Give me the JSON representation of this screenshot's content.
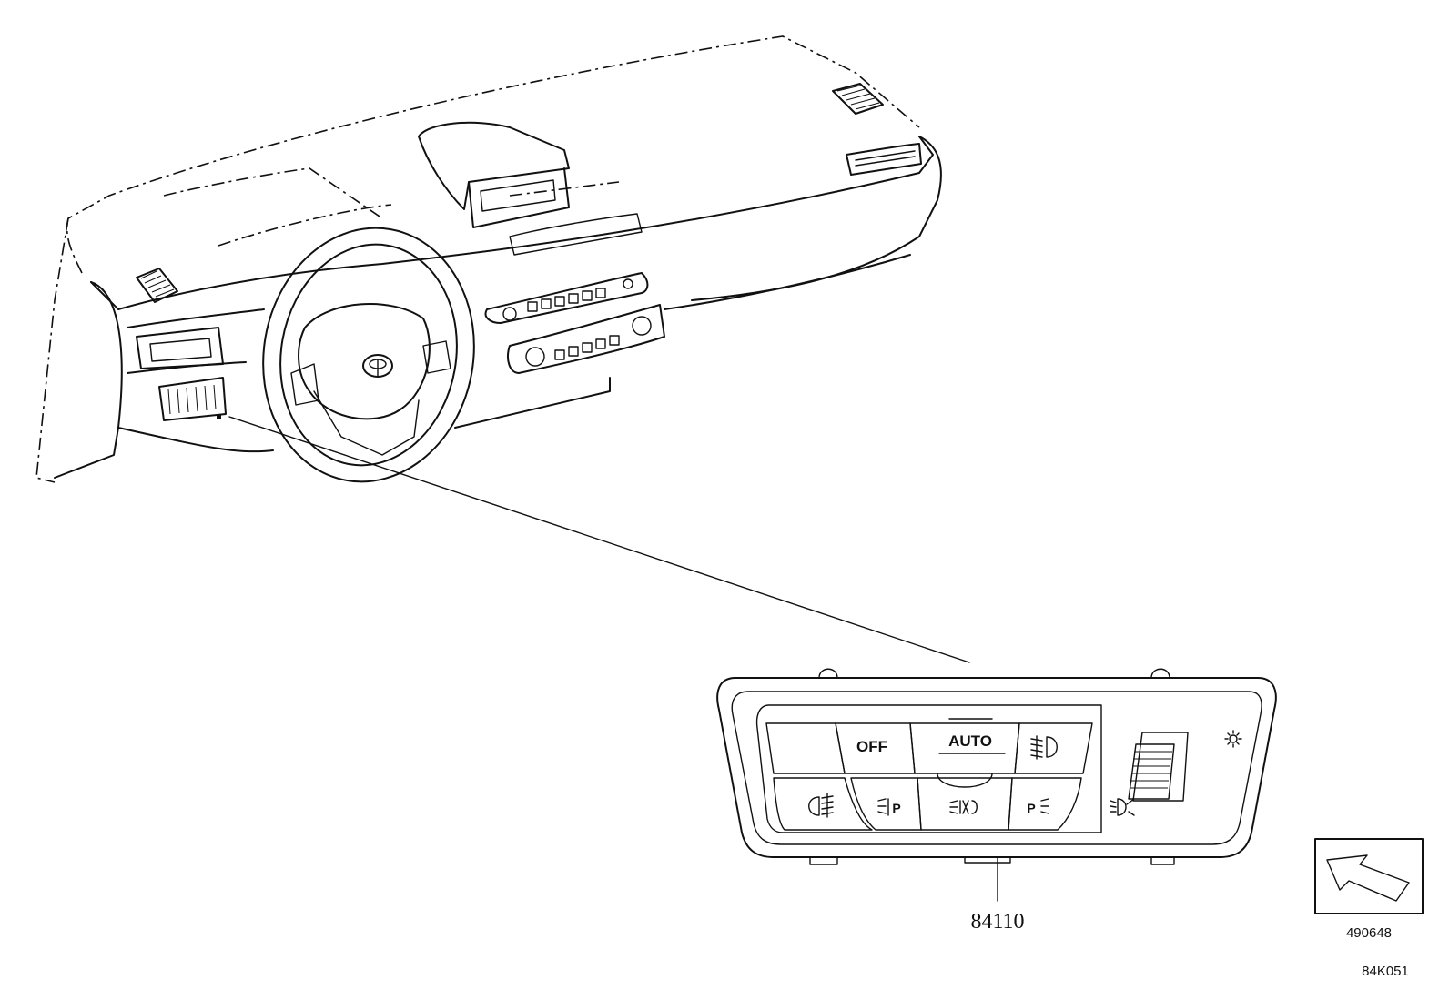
{
  "diagram": {
    "part_number": "84110",
    "image_code": "490648",
    "page_code": "84K051",
    "switch_labels": {
      "off": "OFF",
      "auto": "AUTO"
    },
    "icons": [
      "rear-fog-light-icon",
      "parking-light-icon",
      "headlight-auto-icon",
      "low-beam-icon",
      "front-fog-light-icon",
      "headlight-leveling-icon",
      "brightness-icon",
      "direction-arrow-icon",
      "toyota-emblem-icon"
    ]
  }
}
